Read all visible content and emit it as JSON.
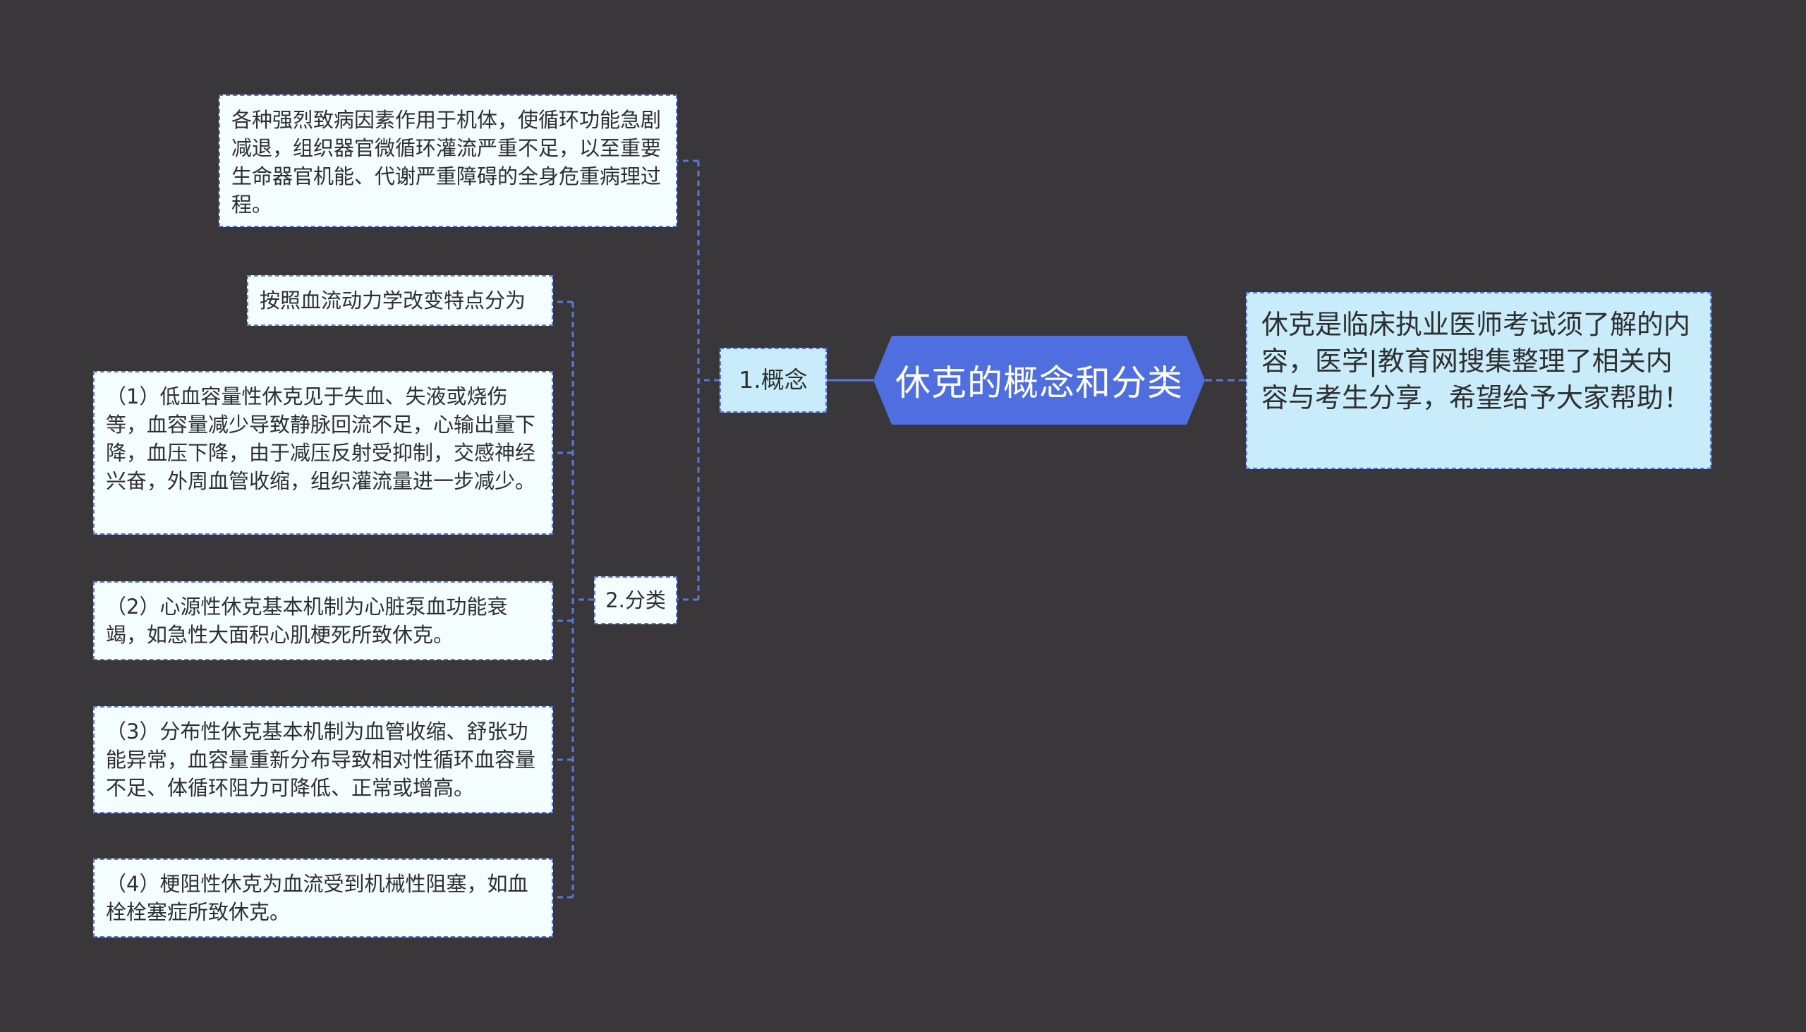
{
  "root": {
    "label": "休克的概念和分类",
    "color": "#4f6fe0"
  },
  "note": {
    "text": "休克是临床执业医师考试须了解的内容，医学|教育网搜集整理了相关内容与考生分享，希望给予大家帮助！"
  },
  "branches": [
    {
      "label": "1.概念",
      "children": [
        "各种强烈致病因素作用于机体，使循环功能急剧减退，组织器官微循环灌流严重不足，以至重要生命器官机能、代谢严重障碍的全身危重病理过程。"
      ]
    },
    {
      "label": "2.分类",
      "children": [
        "按照血流动力学改变特点分为",
        "（1）低血容量性休克见于失血、失液或烧伤等，血容量减少导致静脉回流不足，心输出量下降，血压下降，由于减压反射受抑制，交感神经兴奋，外周血管收缩，组织灌流量进一步减少。",
        "（2）心源性休克基本机制为心脏泵血功能衰竭，如急性大面积心肌梗死所致休克。",
        "（3）分布性休克基本机制为血管收缩、舒张功能异常，血容量重新分布导致相对性循环血容量不足、体循环阻力可降低、正常或增高。",
        "（4）梗阻性休克为血流受到机械性阻塞，如血栓栓塞症所致休克。"
      ]
    }
  ],
  "colors": {
    "background": "#39373a",
    "connector": "#5a78d8",
    "leaf_fill": "#f4fdff",
    "branch_fill": "#c9ecfa"
  }
}
